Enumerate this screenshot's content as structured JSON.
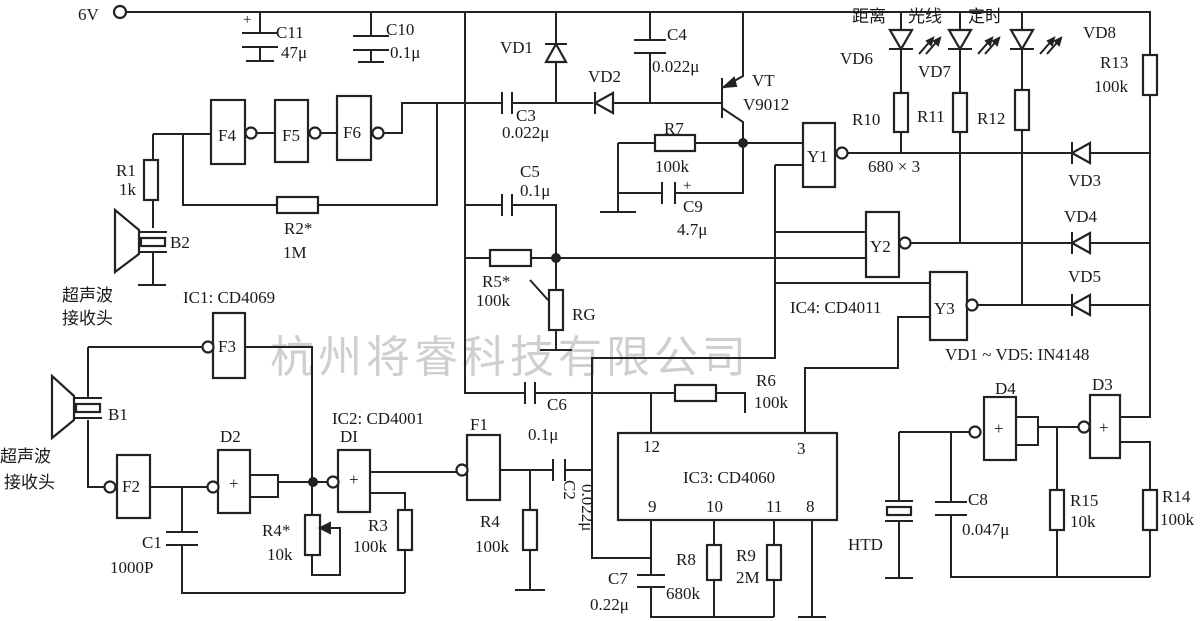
{
  "watermark": "杭州将睿科技有限公司",
  "colors": {
    "ink": "#222222",
    "watermark": "#cfcfcf",
    "background": "#ffffff"
  },
  "power": {
    "supply": "6V"
  },
  "ics": {
    "ic1": "IC1: CD4069",
    "ic2": "IC2: CD4001",
    "ic3": "IC3: CD4060",
    "ic4": "IC4: CD4011",
    "diodes_note": "VD1 ~ VD5: IN4148"
  },
  "gates": {
    "f1": "F1",
    "f2": "F2",
    "f3": "F3",
    "f4": "F4",
    "f5": "F5",
    "f6": "F6",
    "d1": "DI",
    "d2": "D2",
    "d3": "D3",
    "d4": "D4",
    "y1": "Y1",
    "y2": "Y2",
    "y3": "Y3",
    "plus": "+"
  },
  "ic3_pins": {
    "p12": "12",
    "p3": "3",
    "p9": "9",
    "p10": "10",
    "p11": "11",
    "p8": "8"
  },
  "transducers": {
    "b1": "B1",
    "b2": "B2",
    "rx_label_1": "超声波",
    "rx_label_2": "接收头",
    "htd": "HTD"
  },
  "led_labels": {
    "distance": "距离",
    "light": "光线",
    "timer": "定时",
    "vd6": "VD6",
    "vd7": "VD7",
    "vd8": "VD8",
    "r_value": "680 × 3"
  },
  "components": {
    "c11": {
      "name": "C11",
      "value": "47μ",
      "polarity": "+"
    },
    "c10": {
      "name": "C10",
      "value": "0.1μ"
    },
    "r1": {
      "name": "R1",
      "value": "1k"
    },
    "r2": {
      "name": "R2*",
      "value": "1M"
    },
    "c3": {
      "name": "C3",
      "value": "0.022μ"
    },
    "vd1": {
      "name": "VD1"
    },
    "vd2": {
      "name": "VD2"
    },
    "c4": {
      "name": "C4",
      "value": "0.022μ"
    },
    "vt": {
      "name": "VT",
      "value": "V9012"
    },
    "r7": {
      "name": "R7",
      "value": "100k"
    },
    "c9": {
      "name": "C9",
      "value": "4.7μ",
      "polarity": "+"
    },
    "c5": {
      "name": "C5",
      "value": "0.1μ"
    },
    "r5": {
      "name": "R5*",
      "value": "100k"
    },
    "rg": {
      "name": "RG"
    },
    "r10": {
      "name": "R10"
    },
    "r11": {
      "name": "R11"
    },
    "r12": {
      "name": "R12"
    },
    "r13": {
      "name": "R13",
      "value": "100k"
    },
    "vd3": {
      "name": "VD3"
    },
    "vd4": {
      "name": "VD4"
    },
    "vd5": {
      "name": "VD5"
    },
    "c1": {
      "name": "C1",
      "value": "1000P"
    },
    "r4p": {
      "name": "R4*",
      "value": "10k"
    },
    "r3": {
      "name": "R3",
      "value": "100k"
    },
    "r4": {
      "name": "R4",
      "value": "100k"
    },
    "c2": {
      "name": "C2",
      "value": "0.022μ"
    },
    "c6": {
      "name": "C6",
      "value": "0.1μ"
    },
    "r6": {
      "name": "R6",
      "value": "100k"
    },
    "c7": {
      "name": "C7",
      "value": "0.22μ"
    },
    "r8": {
      "name": "R8",
      "value": "680k"
    },
    "r9": {
      "name": "R9",
      "value": "2M"
    },
    "c8": {
      "name": "C8",
      "value": "0.047μ"
    },
    "r15": {
      "name": "R15",
      "value": "10k"
    },
    "r14": {
      "name": "R14",
      "value": "100k"
    }
  }
}
